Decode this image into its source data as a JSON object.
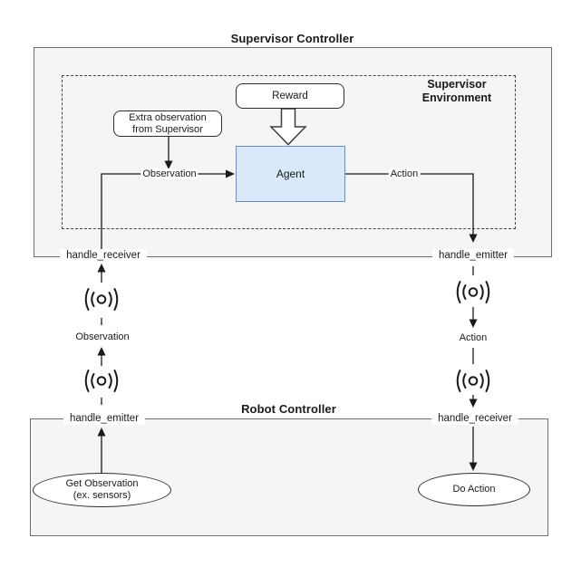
{
  "colors": {
    "container_fill": "#f5f5f5",
    "container_border": "#6e6e6e",
    "agent_fill": "#dae8fc",
    "agent_border": "#6c8ebf",
    "line_color": "#1a1a1a"
  },
  "supervisor_controller": {
    "title": "Supervisor Controller",
    "environment": {
      "label": "Supervisor Environment",
      "reward": "Reward",
      "extra_observation_line1": "Extra observation",
      "extra_observation_line2": "from Supervisor",
      "agent": "Agent",
      "observation_edge_label": "Observation",
      "action_edge_label": "Action"
    },
    "handle_receiver": "handle_receiver",
    "handle_emitter": "handle_emitter"
  },
  "wireless_links": {
    "left": {
      "label": "Observation",
      "icon": "wireless-signal-icon"
    },
    "right": {
      "label": "Action",
      "icon": "wireless-signal-icon"
    }
  },
  "robot_controller": {
    "title": "Robot Controller",
    "handle_emitter": "handle_emitter",
    "handle_receiver": "handle_receiver",
    "get_observation_line1": "Get Observation",
    "get_observation_line2": "(ex. sensors)",
    "do_action": "Do Action"
  }
}
